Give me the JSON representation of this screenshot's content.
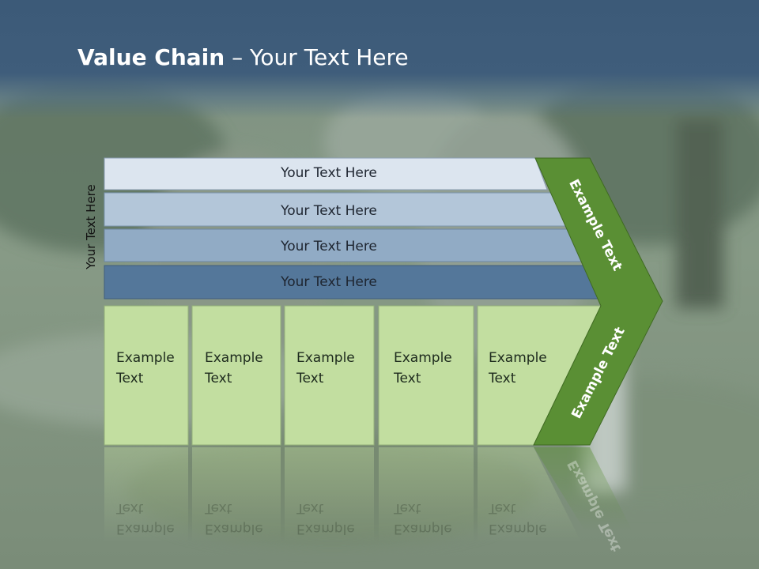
{
  "slide": {
    "title_bold": "Value Chain",
    "title_rest": " – Your Text Here",
    "side_label": "Your Text Here"
  },
  "rows": [
    {
      "label": "Your Text Here",
      "color": "#dce5ef"
    },
    {
      "label": "Your Text Here",
      "color": "#b3c6d9"
    },
    {
      "label": "Your Text Here",
      "color": "#91abc5"
    },
    {
      "label": "Your Text Here",
      "color": "#54779a"
    }
  ],
  "columns": [
    {
      "line1": "Example",
      "line2": "Text"
    },
    {
      "line1": "Example",
      "line2": "Text"
    },
    {
      "line1": "Example",
      "line2": "Text"
    },
    {
      "line1": "Example",
      "line2": "Text"
    },
    {
      "line1": "Example",
      "line2": "Text"
    }
  ],
  "chevrons": {
    "upper_label": "Example Text",
    "lower_label": "Example Text",
    "color": "#5a8f34",
    "box_color": "#c2dea0"
  }
}
